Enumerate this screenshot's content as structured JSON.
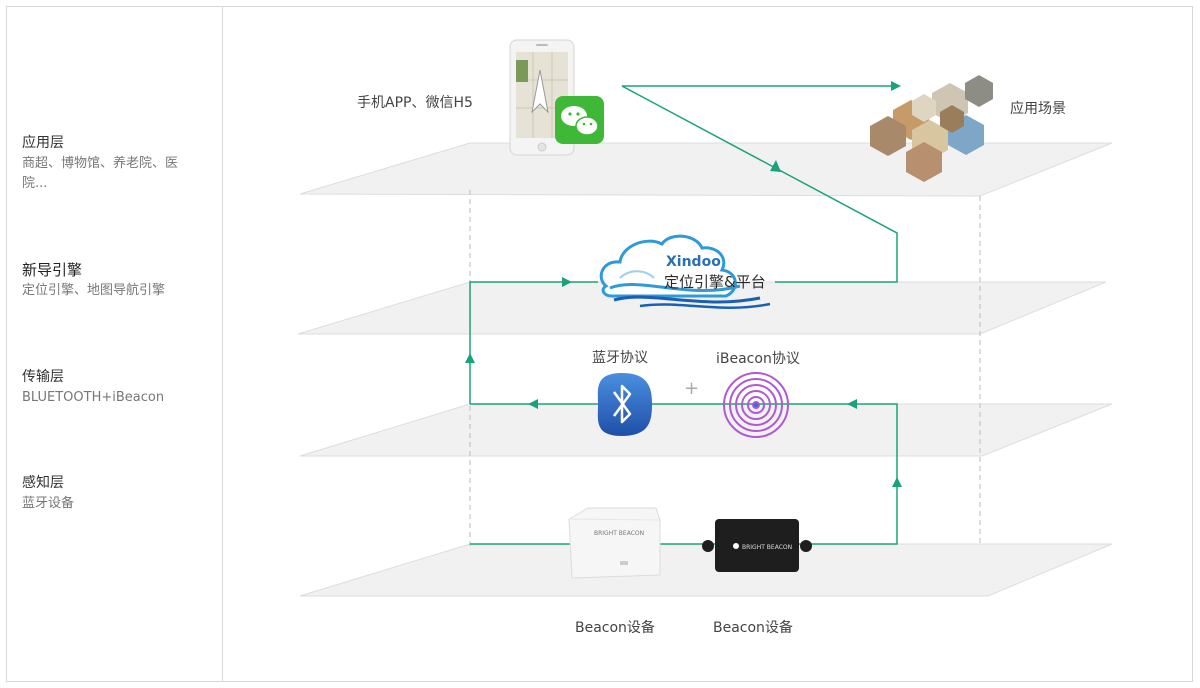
{
  "sidebar": {
    "layers": [
      {
        "title": "应用层",
        "desc": "商超、博物馆、养老院、医院..."
      },
      {
        "title": "新导引擎",
        "desc": "定位引擎、地图导航引擎"
      },
      {
        "title": "传输层",
        "desc": "BLUETOOTH+iBeacon"
      },
      {
        "title": "感知层",
        "desc": "蓝牙设备"
      }
    ]
  },
  "diagram": {
    "app_label": "手机APP、微信H5",
    "scene_label": "应用场景",
    "engine_brand": "Xindoo",
    "engine_subtitle": "定位引擎&平台",
    "bluetooth_label": "蓝牙协议",
    "plus": "+",
    "ibeacon_label": "iBeacon协议",
    "beacon_left_label": "Beacon设备",
    "beacon_right_label": "Beacon设备",
    "beacon_brand": "BRIGHT BEACON"
  },
  "colors": {
    "flow": "#1aa37a",
    "plane_fill": "#f1f1f1",
    "plane_stroke": "#dddddd",
    "bluetooth": "#2a6fc9"
  }
}
